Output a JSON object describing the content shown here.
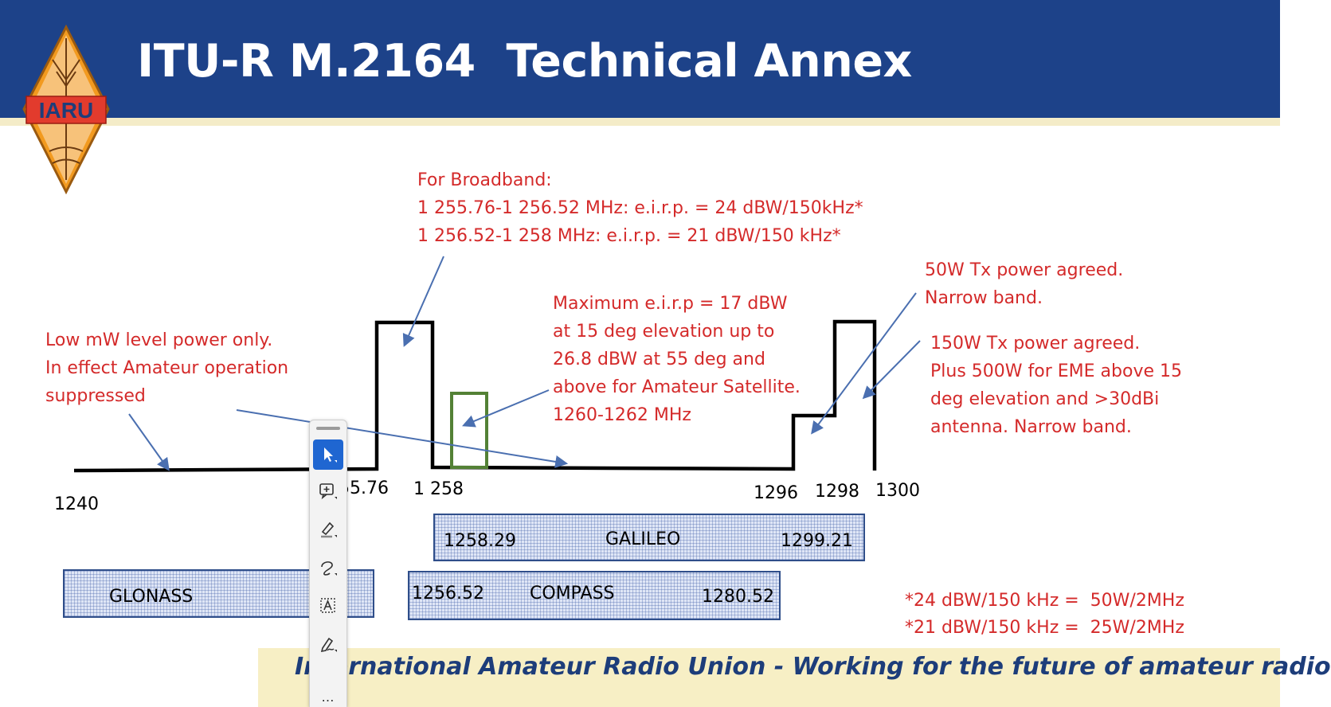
{
  "header": {
    "title": "ITU-R M.2164  Technical Annex",
    "logo_text": "IARU"
  },
  "notes": {
    "broadband": [
      "For Broadband:",
      "1 255.76-1 256.52 MHz: e.i.r.p. = 24 dBW/150kHz*",
      "1 256.52-1 258 MHz: e.i.r.p. = 21 dBW/150 kHz*"
    ],
    "satellite": [
      "Maximum e.i.r.p = 17 dBW",
      "at 15 deg elevation up to",
      "26.8 dBW at 55 deg and",
      "above for Amateur Satellite.",
      "1260-1262 MHz"
    ],
    "low_power": [
      "Low mW level power only.",
      "In effect Amateur operation",
      "suppressed"
    ],
    "fifty_watt": [
      "50W Tx power agreed.",
      "Narrow band."
    ],
    "one_fifty_watt": [
      "150W Tx power agreed.",
      "Plus 500W for EME above 15",
      "deg elevation and >30dBi",
      "antenna. Narrow band."
    ]
  },
  "frequency_labels": {
    "f1240": "1240",
    "f1255": "1 255.76",
    "f1258": "1 258",
    "f1296": "1296",
    "f1298": "1298",
    "f1300": "1300"
  },
  "systems": {
    "galileo": {
      "name": "GALILEO",
      "start": "1258.29",
      "end": "1299.21"
    },
    "compass": {
      "name": "COMPASS",
      "start": "1256.52",
      "end": "1280.52"
    },
    "glonass": {
      "name": "GLONASS"
    }
  },
  "footnotes": [
    "*24 dBW/150 kHz =  50W/2MHz",
    "*21 dBW/150 kHz =  25W/2MHz"
  ],
  "footer": {
    "text": "International Amateur Radio Union - Working for the future of amateur radio"
  },
  "toolbar": {
    "tools": [
      "select-icon",
      "add-comment-icon",
      "highlight-icon",
      "draw-icon",
      "text-box-icon",
      "signature-icon"
    ],
    "more": "…"
  },
  "colors": {
    "header_blue": "#1d4289",
    "note_red": "#d42a2a",
    "arrow_blue": "#4a6fb0",
    "sat_green": "#538135",
    "footer_cream": "#f7efc5",
    "logo_orange": "#f29a1f",
    "toolbar_accent": "#1f66d1"
  }
}
